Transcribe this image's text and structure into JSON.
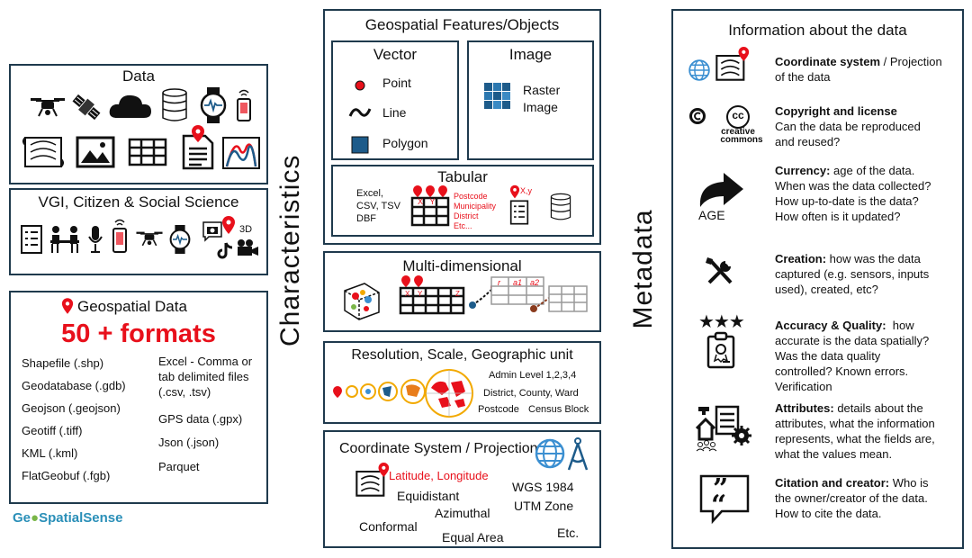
{
  "data_box": {
    "title": "Data"
  },
  "vgi_box": {
    "title": "VGI, Citizen & Social Science",
    "label_3d": "3D"
  },
  "formats_box": {
    "title": "Geospatial Data",
    "headline": "50 + formats",
    "left": [
      "Shapefile (.shp)",
      "Geodatabase (.gdb)",
      "Geojson (.geojson)",
      "Geotiff (.tiff)",
      "KML (.kml)",
      "FlatGeobuf (.fgb)"
    ],
    "right_line1": "Excel - Comma or",
    "right_line2": "tab delimited files",
    "right_line3": "(.csv, .tsv)",
    "right": [
      "GPS data (.gpx)",
      "Json (.json)",
      "Parquet"
    ]
  },
  "logo": {
    "text_a": "Ge",
    "text_b": "SpatialSense"
  },
  "characteristics": {
    "label": "Characteristics"
  },
  "features": {
    "title": "Geospatial Features/Objects",
    "vector": {
      "title": "Vector",
      "point": "Point",
      "line": "Line",
      "polygon": "Polygon"
    },
    "image": {
      "title": "Image",
      "raster1": "Raster",
      "raster2": "Image"
    },
    "tabular": {
      "title": "Tabular",
      "formats": [
        "Excel,",
        "CSV, TSV",
        "DBF"
      ],
      "xy": "X   Y",
      "places": [
        "Postcode",
        "Municipality",
        "District",
        "Etc..."
      ],
      "xy_small": "X,y"
    }
  },
  "multi": {
    "title": "Multi-dimensional",
    "x": "X",
    "y": "Y",
    "z": "Z",
    "r": "r",
    "a1": "a1",
    "a2": "a2"
  },
  "resolution": {
    "title": "Resolution, Scale, Geographic unit",
    "line1": "Admin Level 1,2,3,4",
    "line2": "District, County, Ward",
    "line3a": "Postcode",
    "line3b": "Census Block"
  },
  "coord": {
    "title": "Coordinate System / Projection",
    "latlon": "Latitude, Longitude",
    "equidistant": "Equidistant",
    "azimuthal": "Azimuthal",
    "conformal": "Conformal",
    "equal_area": "Equal Area",
    "wgs": "WGS 1984",
    "utm": "UTM Zone",
    "etc": "Etc."
  },
  "metadata": {
    "label": "Metadata",
    "title": "Information about the data",
    "age_label": "AGE",
    "cc_label": "cc",
    "cc_word1": "creative",
    "cc_word2": "commons",
    "items": [
      {
        "head": "Coordinate system",
        "rest_lines": [
          " / Projection",
          "of the data"
        ]
      },
      {
        "head": "Copyright and license",
        "rest_lines": [
          "Can the data be reproduced",
          "and reused?"
        ]
      },
      {
        "head": "Currency:",
        "rest_lines": [
          " age of the data.",
          "When was the data collected?",
          "How up-to-date is the data?",
          "How often is it updated?"
        ]
      },
      {
        "head": "Creation:",
        "rest_lines": [
          " how was the data",
          "captured (e.g. sensors, inputs",
          "used), created, etc?"
        ]
      },
      {
        "head": "Accuracy & Quality:",
        "rest_lines": [
          "  how",
          "accurate is the data spatially?",
          "Was the data quality",
          "controlled? Known errors.",
          "Verification"
        ]
      },
      {
        "head": "Attributes:",
        "rest_lines": [
          " details about the",
          "attributes, what the information",
          "represents, what the fields are,",
          "what the values mean."
        ]
      },
      {
        "head": "Citation and creator:",
        "rest_lines": [
          " Who is",
          "the owner/creator of the data.",
          "How to cite the data."
        ]
      }
    ]
  },
  "colors": {
    "border": "#1f3a4d",
    "red": "#e8101b",
    "teal": "#1d5b8a",
    "globe": "#3b8fd1"
  }
}
